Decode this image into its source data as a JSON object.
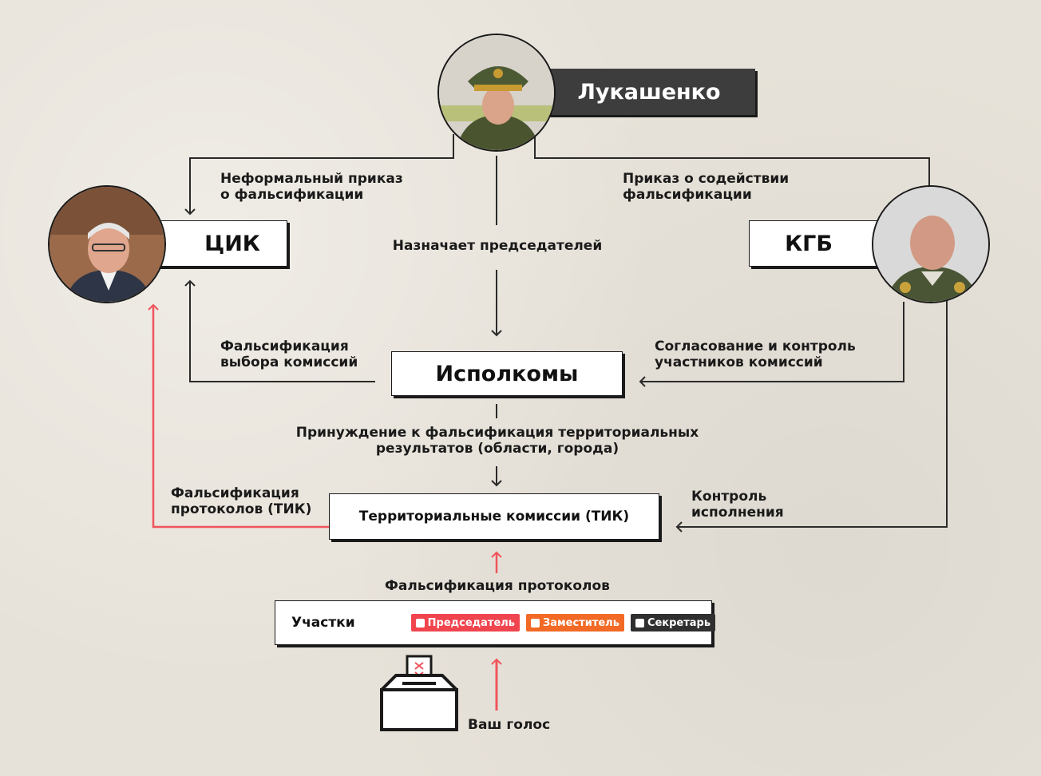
{
  "nodes": {
    "lukashenko": "Лукашенко",
    "cik": "ЦИК",
    "kgb": "КГБ",
    "ispolkomy": "Исполкомы",
    "tik": "Территориальные комиссии (ТИК)",
    "uchastki": "Участки"
  },
  "roles": [
    {
      "label": "Председатель",
      "color": "#f0454f"
    },
    {
      "label": "Заместитель",
      "color": "#f26a25"
    },
    {
      "label": "Секретарь",
      "color": "#2f2f2f"
    }
  ],
  "edges": {
    "informal_order": "Неформальный приказ\nо фальсификации",
    "assist_order": "Приказ о содействии\nфальсификации",
    "appoints": "Назначает председателей",
    "commission_choice": "Фальсификация\nвыбора комиссий",
    "approval_control": "Согласование и контроль\nучастников комиссий",
    "coercion": "Принуждение к фальсификация территориальных\nрезультатов (области, города)",
    "tik_protocols": "Фальсификация\nпротоколов (ТИК)",
    "execution_control": "Контроль\nисполнения",
    "protocols": "Фальсификация протоколов",
    "your_vote": "Ваш голос"
  },
  "colors": {
    "arrow": "#2a2a2a",
    "red_arrow": "#f0545c",
    "box_border": "#1a1a1a"
  },
  "icons": [
    "ballot-box-icon",
    "user-badge-icon"
  ]
}
